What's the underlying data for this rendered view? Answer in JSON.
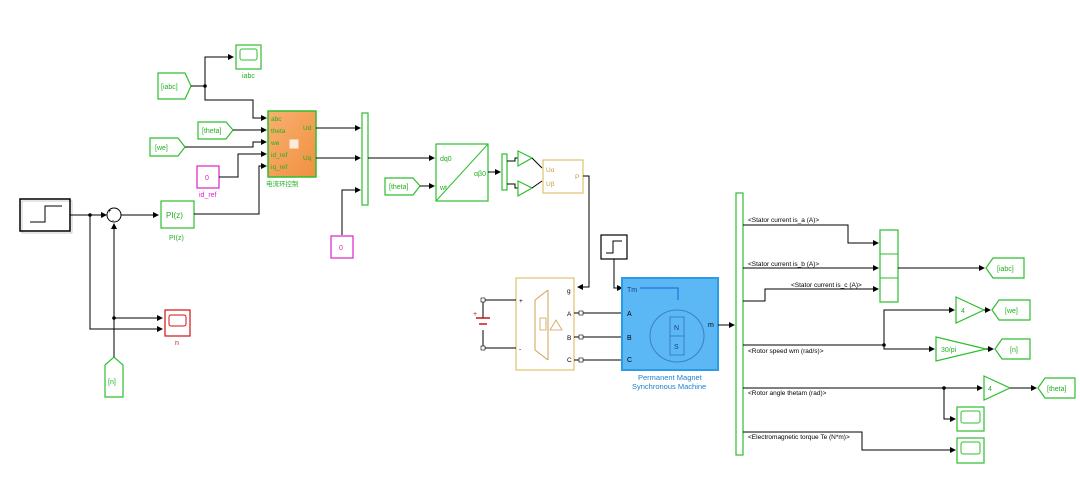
{
  "colors": {
    "green_block": "#2fbf2f",
    "green_fill": "#ffffff",
    "orange_fill": "#f5a45a",
    "magenta": "#e020c8",
    "red": "#d01010",
    "pmsm_fill": "#5cb8f5",
    "inverter_border": "#e0c070",
    "text_green": "#20b020",
    "text_blue": "#1a7fd0",
    "text_red": "#c02020"
  },
  "blocks": {
    "scope_iabc_label": "iabc",
    "goto_iabc_label": "[iabc]",
    "from_theta_1": "[theta]",
    "from_we_1": "[we]",
    "const_id_ref_value": "0",
    "const_id_ref_label": "id_ref",
    "controller": {
      "ports_in": [
        "abc",
        "theta",
        "we",
        "id_ref",
        "iq_ref"
      ],
      "ports_out": [
        "Ud",
        "Uq"
      ],
      "label": "电流环控制"
    },
    "pi_block": {
      "text": "PI(z)",
      "label": "PI(z)"
    },
    "step_label": "",
    "sum_signs": [
      "+",
      "-"
    ],
    "from_n": "[n]",
    "scope_n_label": "n",
    "const_zero_value": "0",
    "dq0_block": {
      "in1": "dq0",
      "in2": "wt",
      "out": "αβ0"
    },
    "from_theta_2": "[theta]",
    "svpwm_block": {
      "in1": "Uα",
      "in2": "Uβ",
      "out": "P"
    },
    "inverter": {
      "ports": [
        "g",
        "A",
        "B",
        "C"
      ],
      "dc_plus": "+",
      "dc_minus": "-"
    },
    "pmsm": {
      "ports": [
        "Tm",
        "A",
        "B",
        "C"
      ],
      "out": "m",
      "label_line1": "Permanent Magnet",
      "label_line2": "Synchronous Machine",
      "rotor_n": "N",
      "rotor_s": "S"
    },
    "bus_signals": [
      "<Stator current is_a (A)>",
      "<Stator current is_b (A)>",
      "<Stator current is_c (A)>",
      "<Rotor speed wm (rad/s)>",
      "<Rotor angle thetam (rad)>",
      "<Electromagnetic torque Te (N*m)>"
    ],
    "gain_4_a": "4",
    "gain_30pi": "30/pi",
    "gain_4_b": "4",
    "goto_iabc": "[iabc]",
    "goto_we": "[we]",
    "goto_n": "[n]",
    "goto_theta": "[theta]"
  }
}
